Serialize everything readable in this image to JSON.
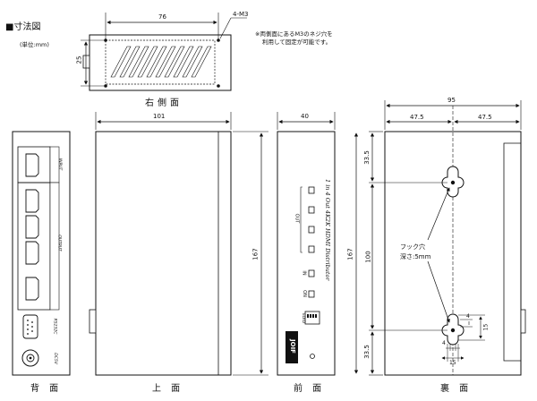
{
  "title": "■寸法図",
  "unit": "(単位:mm)",
  "note_line1": "※両側面にあるM3のネジ穴を",
  "note_line2": "利用して固定が可能です。",
  "views": {
    "right_side": "右側面",
    "back": "背 面",
    "top": "上 面",
    "front": "前 面",
    "rear": "裏 面"
  },
  "dims": {
    "side_width": "76",
    "side_height": "25",
    "screw": "4-M3",
    "top_width": "101",
    "top_height": "167",
    "front_width": "40",
    "rear_width": "95",
    "rear_half_left": "47.5",
    "rear_half_right": "47.5",
    "rear_top_offset": "33.5",
    "rear_bottom_offset": "33.5",
    "rear_hole_pitch": "100",
    "rear_height": "167",
    "hook_4a": "4",
    "hook_15a": "15",
    "hook_4b": "4",
    "hook_15b": "15"
  },
  "hook_label1": "フック穴",
  "hook_label2": "深さ:5mm",
  "front_panel": {
    "product": "1 in 4 Out 4K2K HDMI Distributor",
    "brand": "JOIF",
    "out_label": "OUT",
    "in_label": "IN",
    "on_label": "ON",
    "edid_label": "EDID"
  },
  "back_panel": {
    "in_label": "INPUT",
    "out_label": "OUTPUT",
    "rs232c_label": "RS232C",
    "dc_label": "DC5V"
  }
}
